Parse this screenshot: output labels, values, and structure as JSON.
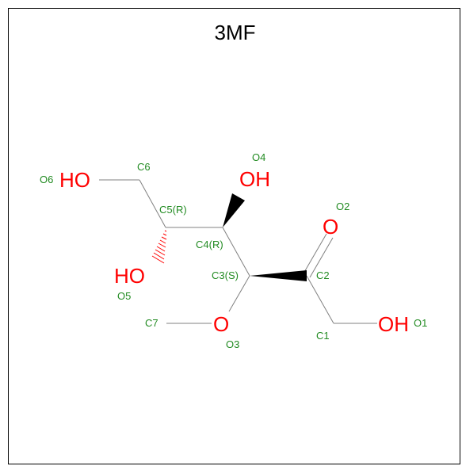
{
  "title": "3MF",
  "colors": {
    "bond": "#808080",
    "oxygen": "#ff0000",
    "label": "#228b22",
    "wedge": "#000000",
    "hash": "#ff0000"
  },
  "atoms": {
    "O6": "HO",
    "O4": "OH",
    "O5": "HO",
    "O2": "O",
    "O3": "O",
    "O1": "OH"
  },
  "labels": {
    "O6": "O6",
    "C6": "C6",
    "O4": "O4",
    "C5": "C5(R)",
    "C4": "C4(R)",
    "O2": "O2",
    "C3": "C3(S)",
    "C2": "C2",
    "O5": "O5",
    "C7": "C7",
    "O3": "O3",
    "C1": "C1",
    "O1": "O1"
  }
}
